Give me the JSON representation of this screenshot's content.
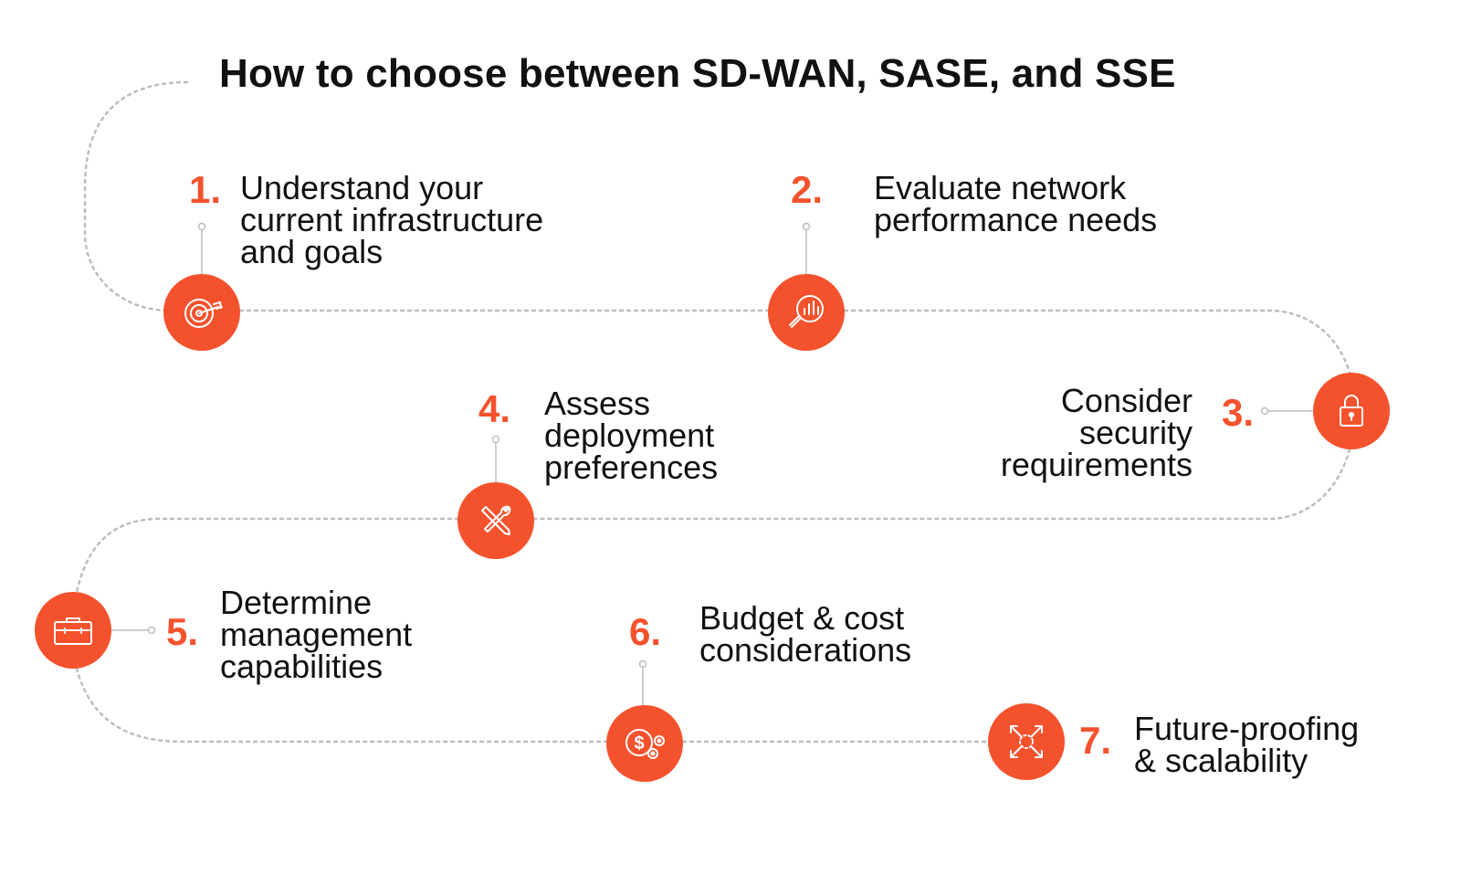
{
  "title": "How to choose between SD-WAN, SASE, and SSE",
  "colors": {
    "accent": "#f4522d",
    "text": "#111111",
    "path": "#bdbdbd"
  },
  "steps": [
    {
      "num": "1.",
      "lines": [
        "Understand your",
        "current infrastructure",
        "and goals"
      ],
      "icon": "target-icon"
    },
    {
      "num": "2.",
      "lines": [
        "Evaluate network",
        "performance needs"
      ],
      "icon": "chart-magnifier-icon"
    },
    {
      "num": "3.",
      "lines": [
        "Consider",
        "security",
        "requirements"
      ],
      "icon": "lock-icon"
    },
    {
      "num": "4.",
      "lines": [
        "Assess",
        "deployment",
        "preferences"
      ],
      "icon": "tools-icon"
    },
    {
      "num": "5.",
      "lines": [
        "Determine",
        "management",
        "capabilities"
      ],
      "icon": "briefcase-icon"
    },
    {
      "num": "6.",
      "lines": [
        "Budget & cost",
        "considerations"
      ],
      "icon": "dollar-gears-icon"
    },
    {
      "num": "7.",
      "lines": [
        "Future-proofing",
        "& scalability"
      ],
      "icon": "expand-arrows-icon"
    }
  ]
}
